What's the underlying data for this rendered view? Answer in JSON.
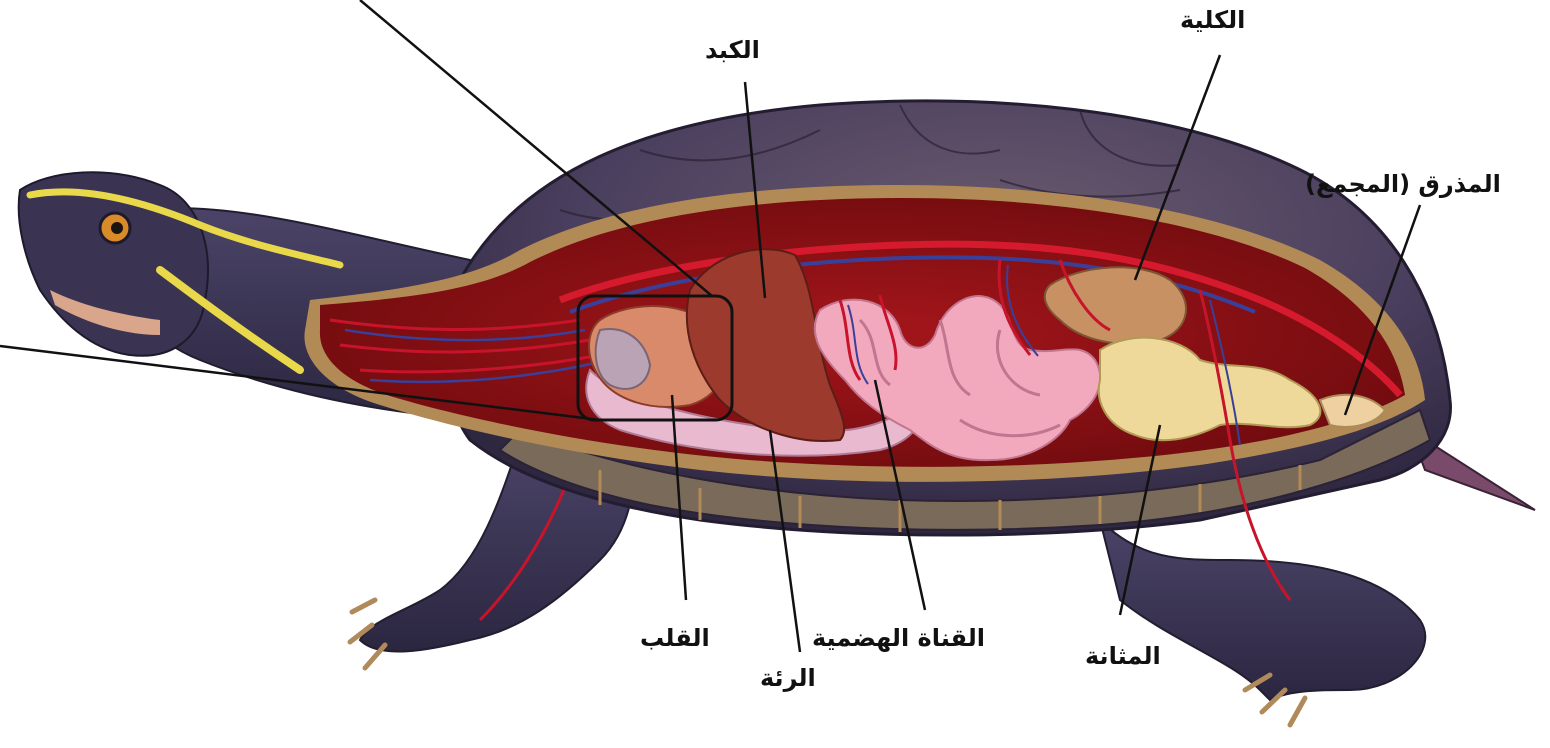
{
  "labels": {
    "liver": "الكبد",
    "kidney": "الكلية",
    "cloaca": "المذرق (المجمع)",
    "heart": "القلب",
    "digestive_tract": "القناة الهضمية",
    "lung": "الرئة",
    "bladder": "المثانة"
  },
  "colors": {
    "background": "#ffffff",
    "shell": "#4a3f5e",
    "shell_rim": "#b28a55",
    "body_cavity": "#8a0f12",
    "skin": "#3b3552",
    "stripe": "#e8d84a",
    "liver": "#9c3a2e",
    "intestine": "#f2a9be",
    "lung": "#e9b9d0",
    "kidney": "#c79163",
    "bladder": "#efd99a",
    "artery": "#c8142a",
    "vein": "#3a3f9a",
    "leader_line": "#111111"
  }
}
